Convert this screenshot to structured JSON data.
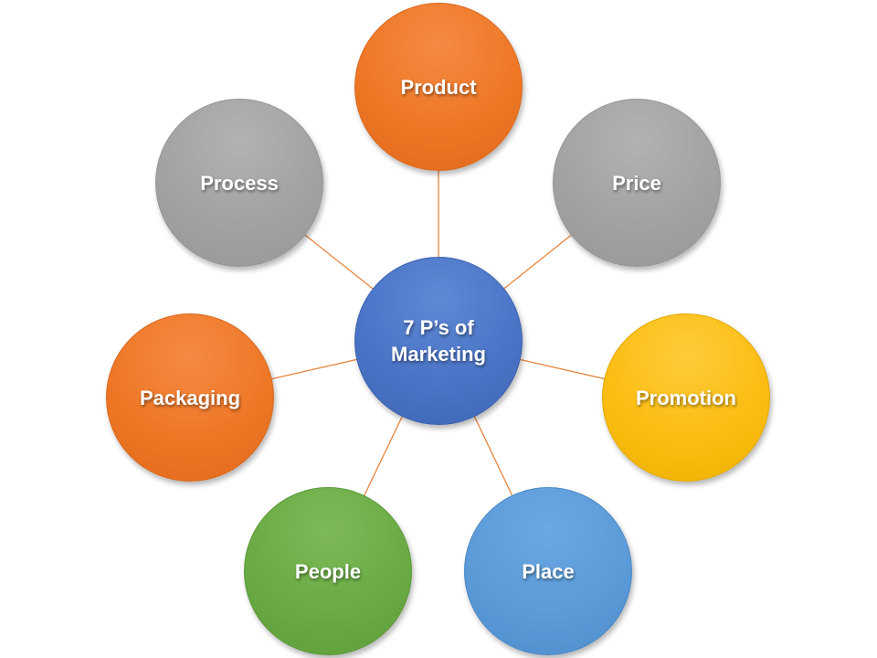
{
  "center": {
    "label": "7 P’s of\nMarketing",
    "color": "#4a74c6"
  },
  "nodes": [
    {
      "id": "product",
      "label": "Product",
      "color": "#ee7726"
    },
    {
      "id": "price",
      "label": "Price",
      "color": "#a5a5a5"
    },
    {
      "id": "promotion",
      "label": "Promotion",
      "color": "#fbbd12"
    },
    {
      "id": "place",
      "label": "Place",
      "color": "#5b9bd8"
    },
    {
      "id": "people",
      "label": "People",
      "color": "#6aab44"
    },
    {
      "id": "packaging",
      "label": "Packaging",
      "color": "#ee7726"
    },
    {
      "id": "process",
      "label": "Process",
      "color": "#a5a5a5"
    }
  ],
  "connector_color": "#e8853f"
}
